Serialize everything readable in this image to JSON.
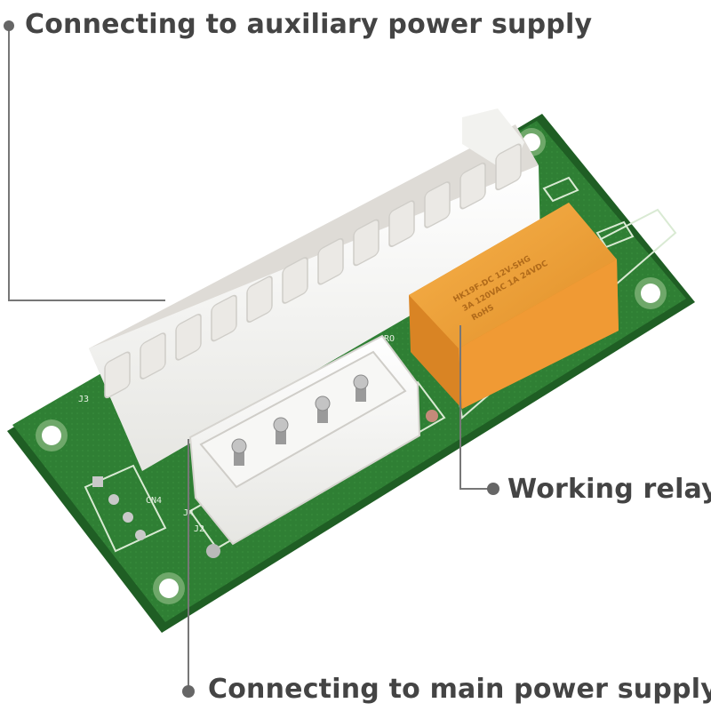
{
  "callouts": {
    "auxiliary": "Connecting to auxiliary power supply",
    "relay": "Working relay",
    "main": "Connecting to main power supply"
  },
  "board_markings": {
    "j3": "J3",
    "cn4": "CN4",
    "j4": "J4",
    "j2": "J2",
    "partial": "RO"
  },
  "relay_marking": {
    "line1": "HK19F-DC 12V-SHG",
    "line2": "3A 120VAC 1A 24VDC",
    "line3": "RoHS"
  },
  "colors": {
    "board": "#2e7d32",
    "connector": "#f4f4f2",
    "relay": "#f0a038",
    "callout_text": "#444444",
    "leader": "#777777"
  }
}
